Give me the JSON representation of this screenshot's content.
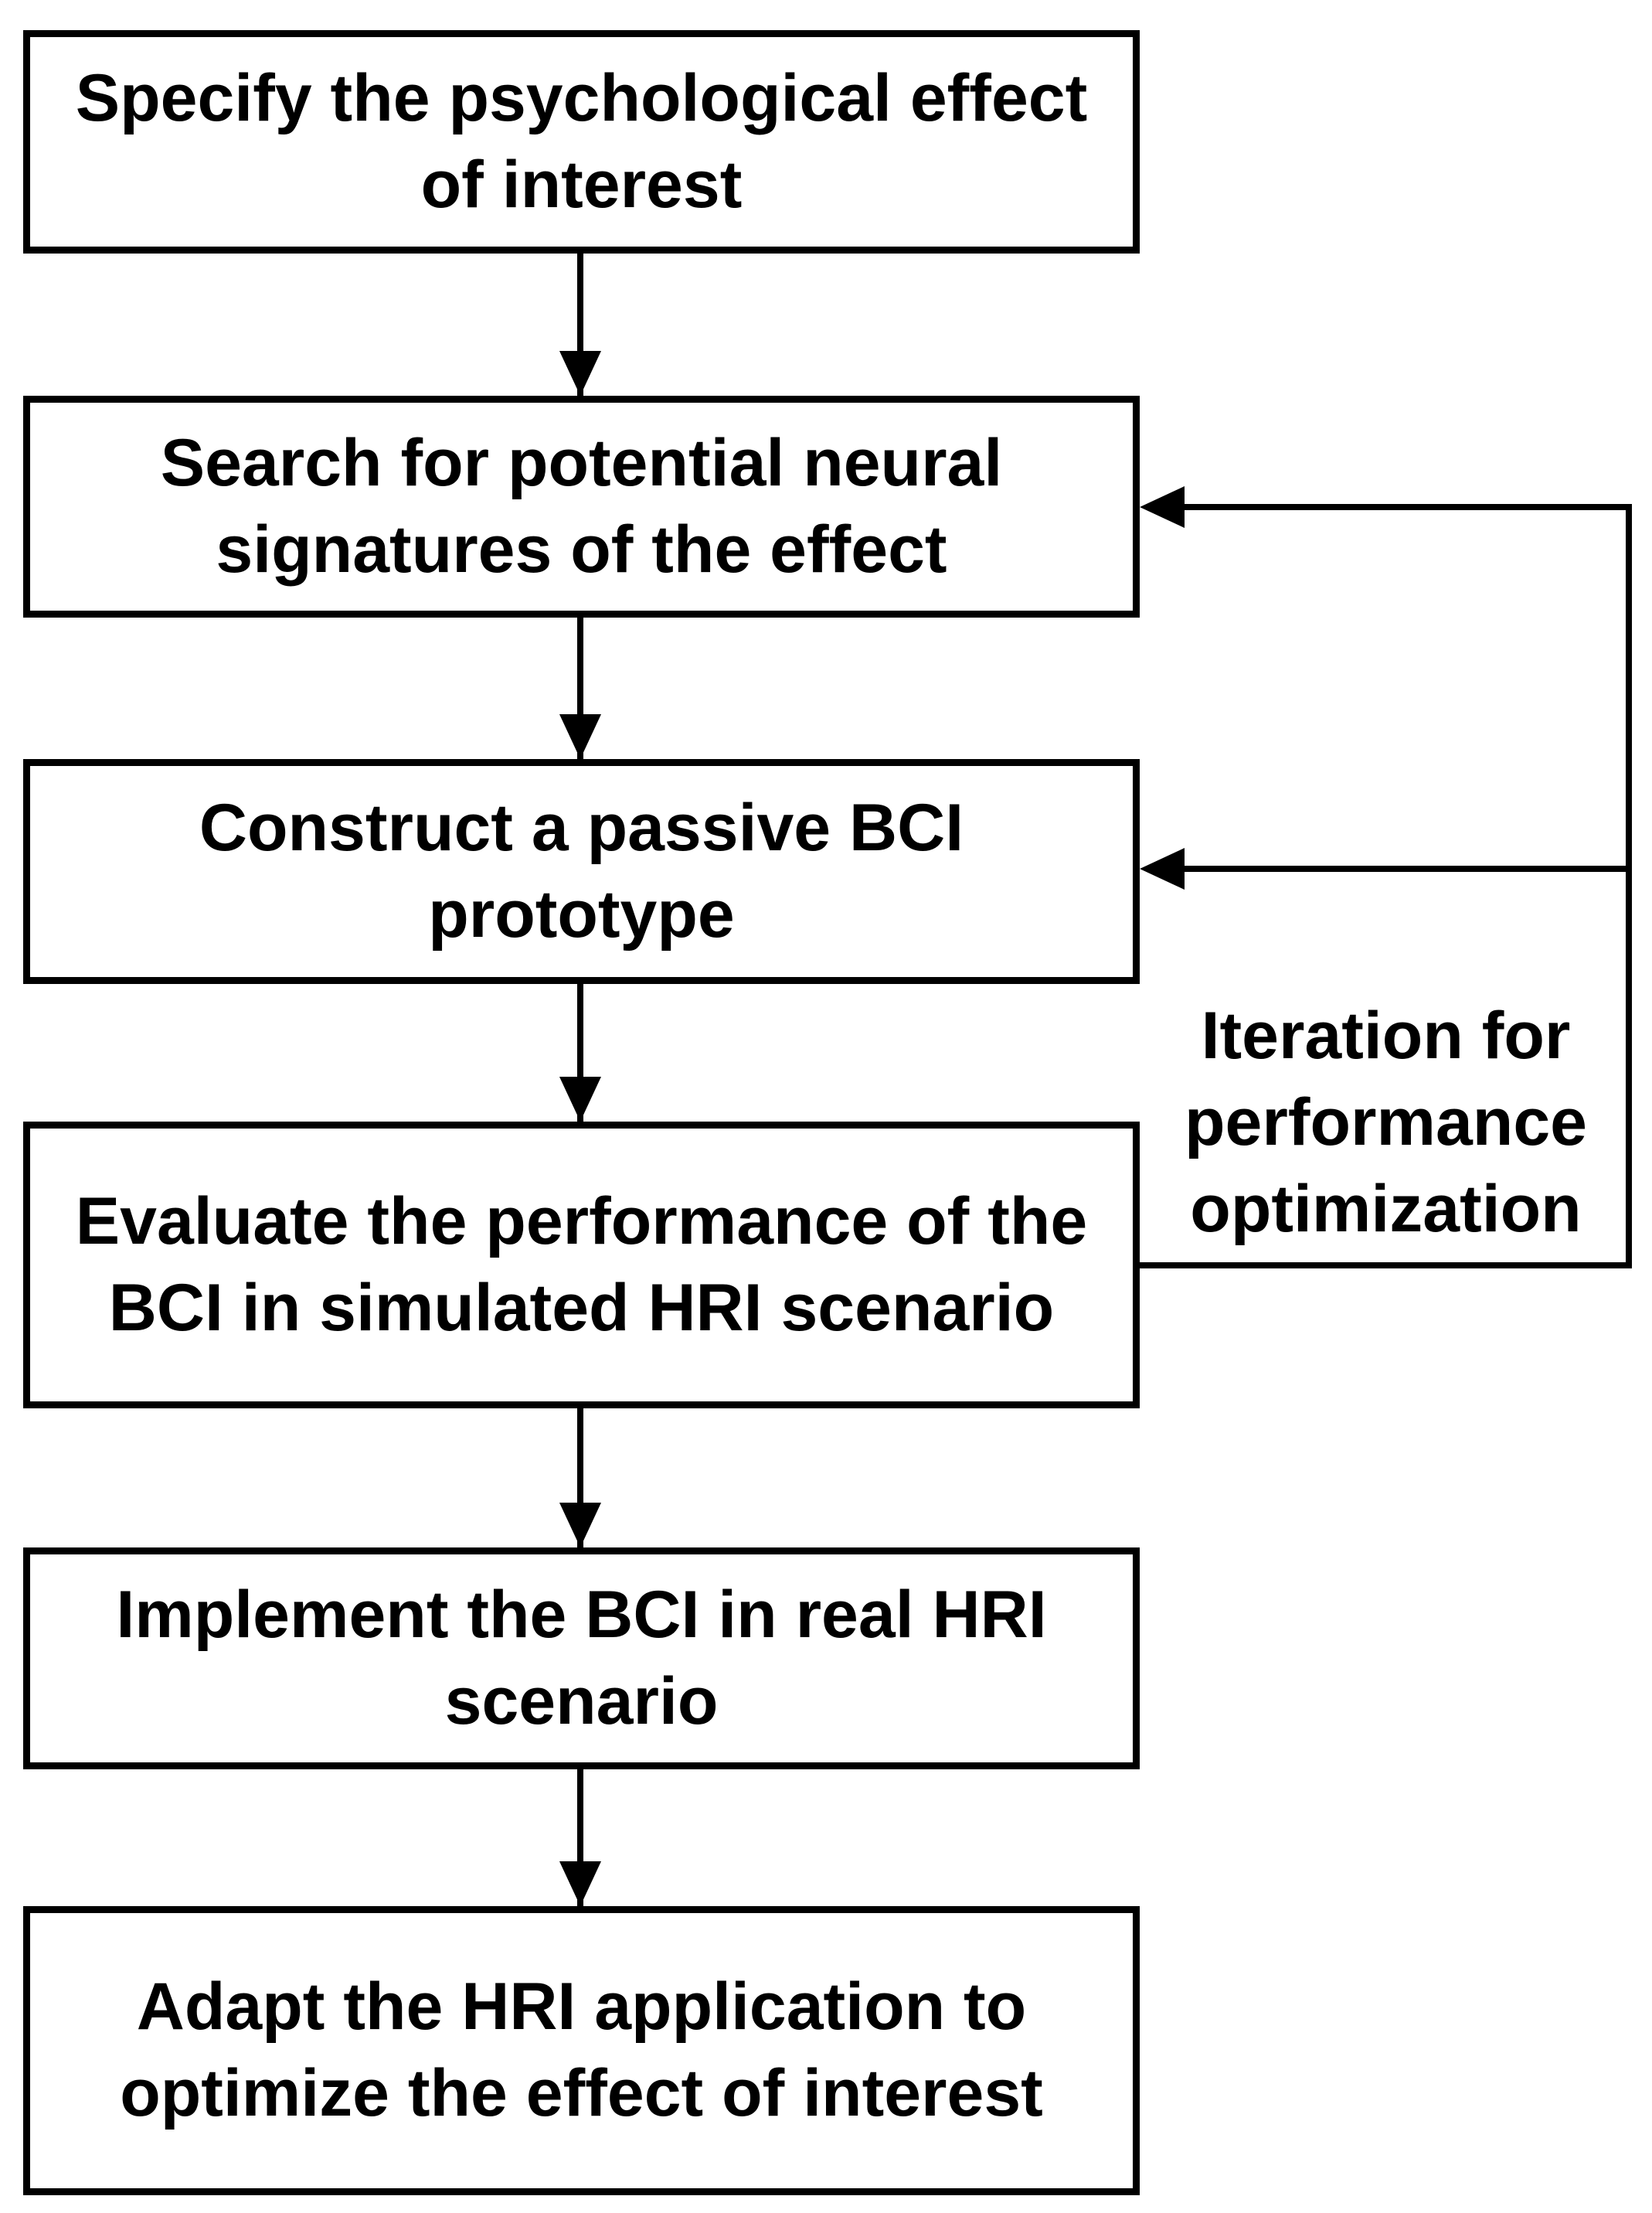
{
  "figure": {
    "type": "flowchart",
    "background_color": "#ffffff",
    "line_color": "#000000",
    "text_color": "#000000"
  },
  "boxes": [
    {
      "id": "specify",
      "lines": [
        "Specify the psychological effect",
        "of interest"
      ]
    },
    {
      "id": "search",
      "lines": [
        "Search for potential neural",
        "signatures of the effect"
      ]
    },
    {
      "id": "construct",
      "lines": [
        "Construct a passive BCI",
        "prototype"
      ]
    },
    {
      "id": "evaluate",
      "lines": [
        "Evaluate the performance of the",
        "BCI in simulated HRI scenario"
      ]
    },
    {
      "id": "implement",
      "lines": [
        "Implement the BCI in real HRI",
        "scenario"
      ]
    },
    {
      "id": "adapt",
      "lines": [
        "Adapt the HRI application to",
        "optimize the effect of interest"
      ]
    }
  ],
  "side_label": {
    "lines": [
      "Iteration for",
      "performance",
      "optimization"
    ]
  },
  "connections": [
    {
      "from": "specify",
      "to": "search",
      "kind": "forward"
    },
    {
      "from": "search",
      "to": "construct",
      "kind": "forward"
    },
    {
      "from": "construct",
      "to": "evaluate",
      "kind": "forward"
    },
    {
      "from": "evaluate",
      "to": "implement",
      "kind": "forward"
    },
    {
      "from": "implement",
      "to": "adapt",
      "kind": "forward"
    },
    {
      "from": "evaluate",
      "to": "search",
      "kind": "feedback"
    },
    {
      "from": "evaluate",
      "to": "construct",
      "kind": "feedback"
    }
  ]
}
